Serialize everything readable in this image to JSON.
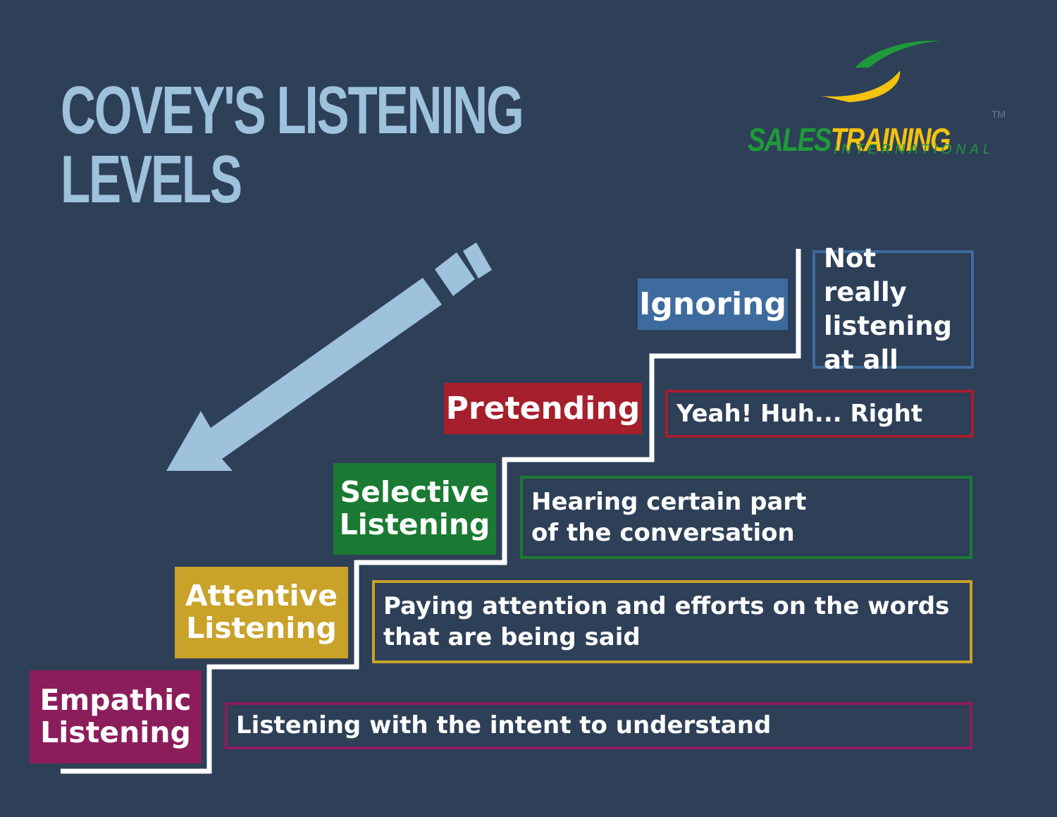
{
  "title": {
    "line1": "COVEY'S LISTENING",
    "line2": "LEVELS"
  },
  "logo": {
    "word1": "SALES",
    "word2": "TRAINING",
    "tm": "TM",
    "sub": "INTERNATIONAL"
  },
  "colors": {
    "background": "#2e3f58",
    "title": "#9ec1dc",
    "arrow": "#9ec1dc",
    "ignoring": "#3d6b9e",
    "pretending": "#a51f2c",
    "selective": "#1a7a33",
    "attentive": "#c9a22a",
    "empathic": "#8c1d5b"
  },
  "levels": [
    {
      "name": "Ignoring",
      "description": "Not really listening at all",
      "color": "#3d6b9e"
    },
    {
      "name": "Pretending",
      "description": "Yeah! Huh... Right",
      "color": "#a51f2c"
    },
    {
      "name": "Selective Listening",
      "description": "Hearing certain part of the conversation",
      "color": "#1a7a33"
    },
    {
      "name": "Attentive Listening",
      "description": "Paying attention and efforts on the words that are being said",
      "color": "#c9a22a"
    },
    {
      "name": "Empathic Listening",
      "description": "Listening with the intent to understand",
      "color": "#8c1d5b"
    }
  ],
  "icons": {
    "arrow": "down-left-arrow-icon",
    "logo": "swoosh-logo-icon"
  }
}
